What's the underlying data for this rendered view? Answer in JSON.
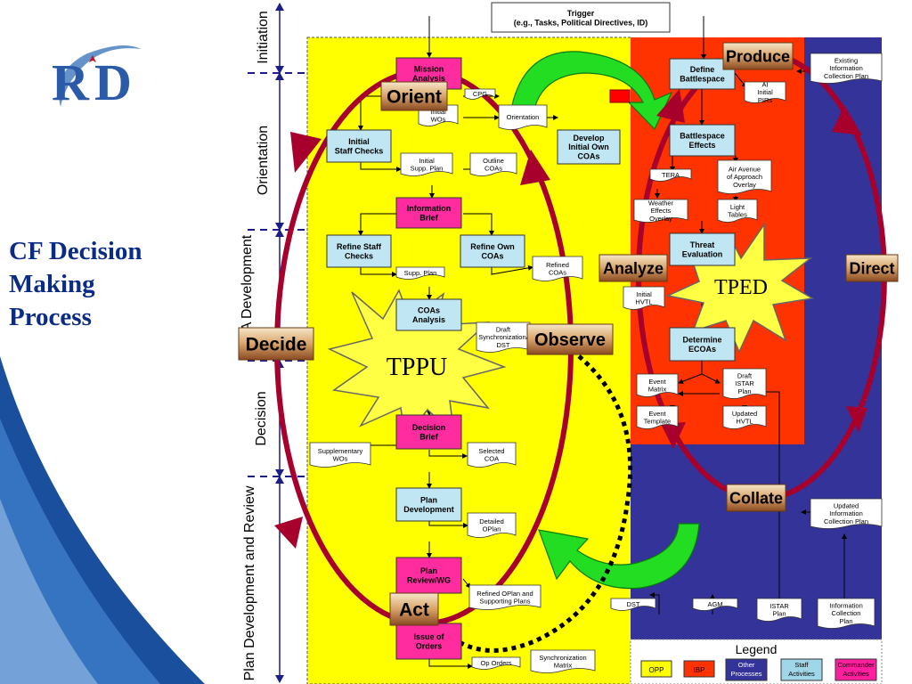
{
  "title": {
    "line1": "CF Decision",
    "line2": "Making",
    "line3": "Process"
  },
  "phases": [
    {
      "label": "Initiation"
    },
    {
      "label": "Orientation"
    },
    {
      "label": "COA Development"
    },
    {
      "label": "Decision"
    },
    {
      "label": "Plan Development and Review"
    }
  ],
  "trigger": {
    "line1": "Trigger",
    "line2": "(e.g., Tasks, Political Directives, ID)"
  },
  "boxes": {
    "mission_analysis": "Mission Analysis",
    "initial_staff_checks": "Initial Staff Checks",
    "develop_initial_own_coas": "Develop Initial Own COAs",
    "information_brief": "Information Brief",
    "refine_staff_checks": "Refine Staff Checks",
    "refine_own_coas": "Refine Own COAs",
    "coas_analysis": "COAs Analysis",
    "decision_brief": "Decision Brief",
    "plan_development": "Plan Development",
    "plan_review_wg": "Plan Review/WG",
    "issue_of_orders": "Issue of Orders",
    "define_battlespace": "Define Battlespace",
    "battlespace_effects": "Battlespace Effects",
    "threat_evaluation": "Threat Evaluation",
    "determine_ecoas": "Determine ECOAs"
  },
  "notes": {
    "cpg": "CPG",
    "initial_wos": "Initial WOs",
    "orientation": "Orientation",
    "initial_supp_plan": "Initial Supp. Plan",
    "outline_coas": "Outline COAs",
    "supp_plan": "Supp. Plan",
    "refined_coas": "Refined COAs",
    "draft_sync": "Draft Synchronization/ DST",
    "supplementary_wos": "Supplementary WOs",
    "selected_coa": "Selected COA",
    "detailed_oplan": "Detailed OPlan",
    "refined_oplan": "Refined OPlan and Supporting Plans",
    "op_orders": "Op Orders",
    "sync_matrix": "Synchronization Matrix",
    "existing_icp": "Existing Information Collection Plan",
    "ai_initial_pirs": "AI Initial PIRs",
    "tera": "TERA",
    "air_avenue": "Air Avenue of Approach Overlay",
    "weather": "Weather Effects Overlay",
    "light_tables": "Light Tables",
    "initial_hvtl": "Initial HVTL",
    "event_matrix": "Event Matrix",
    "draft_istar": "Draft ISTAR Plan",
    "event_template": "Event Template",
    "updated_hvtl": "Updated HVTL",
    "updated_icp": "Updated Information Collection Plan",
    "dst": "DST",
    "agm": "AGM",
    "istar_plan": "ISTAR Plan",
    "information_collection_plan": "Information Collection Plan"
  },
  "cycle_labels": {
    "orient": "Orient",
    "decide": "Decide",
    "act": "Act",
    "observe": "Observe",
    "produce": "Produce",
    "analyze": "Analyze",
    "direct": "Direct",
    "collate": "Collate"
  },
  "bursts": {
    "tppu": "TPPU",
    "tped": "TPED"
  },
  "legend": {
    "title": "Legend",
    "items": [
      {
        "label": "OPP",
        "color": "#ffff00",
        "text_color": "#000000"
      },
      {
        "label": "IBP",
        "color": "#ff3300",
        "text_color": "#000000"
      },
      {
        "label": "Other Processes",
        "color": "#33339a",
        "text_color": "#ffffff"
      },
      {
        "label": "Staff Activities",
        "color": "#9fd6e8",
        "text_color": "#000000"
      },
      {
        "label": "Commander Activities",
        "color": "#ff1f9f",
        "text_color": "#000000"
      }
    ]
  },
  "colors": {
    "opp": "#ffff00",
    "ibp": "#ff3300",
    "other": "#33339a",
    "staff": "#bfe6f2",
    "commander": "#ff2ca0",
    "cycle": "#a8002c",
    "arrow_green": "#22dd22",
    "title": "#0a2c86"
  }
}
